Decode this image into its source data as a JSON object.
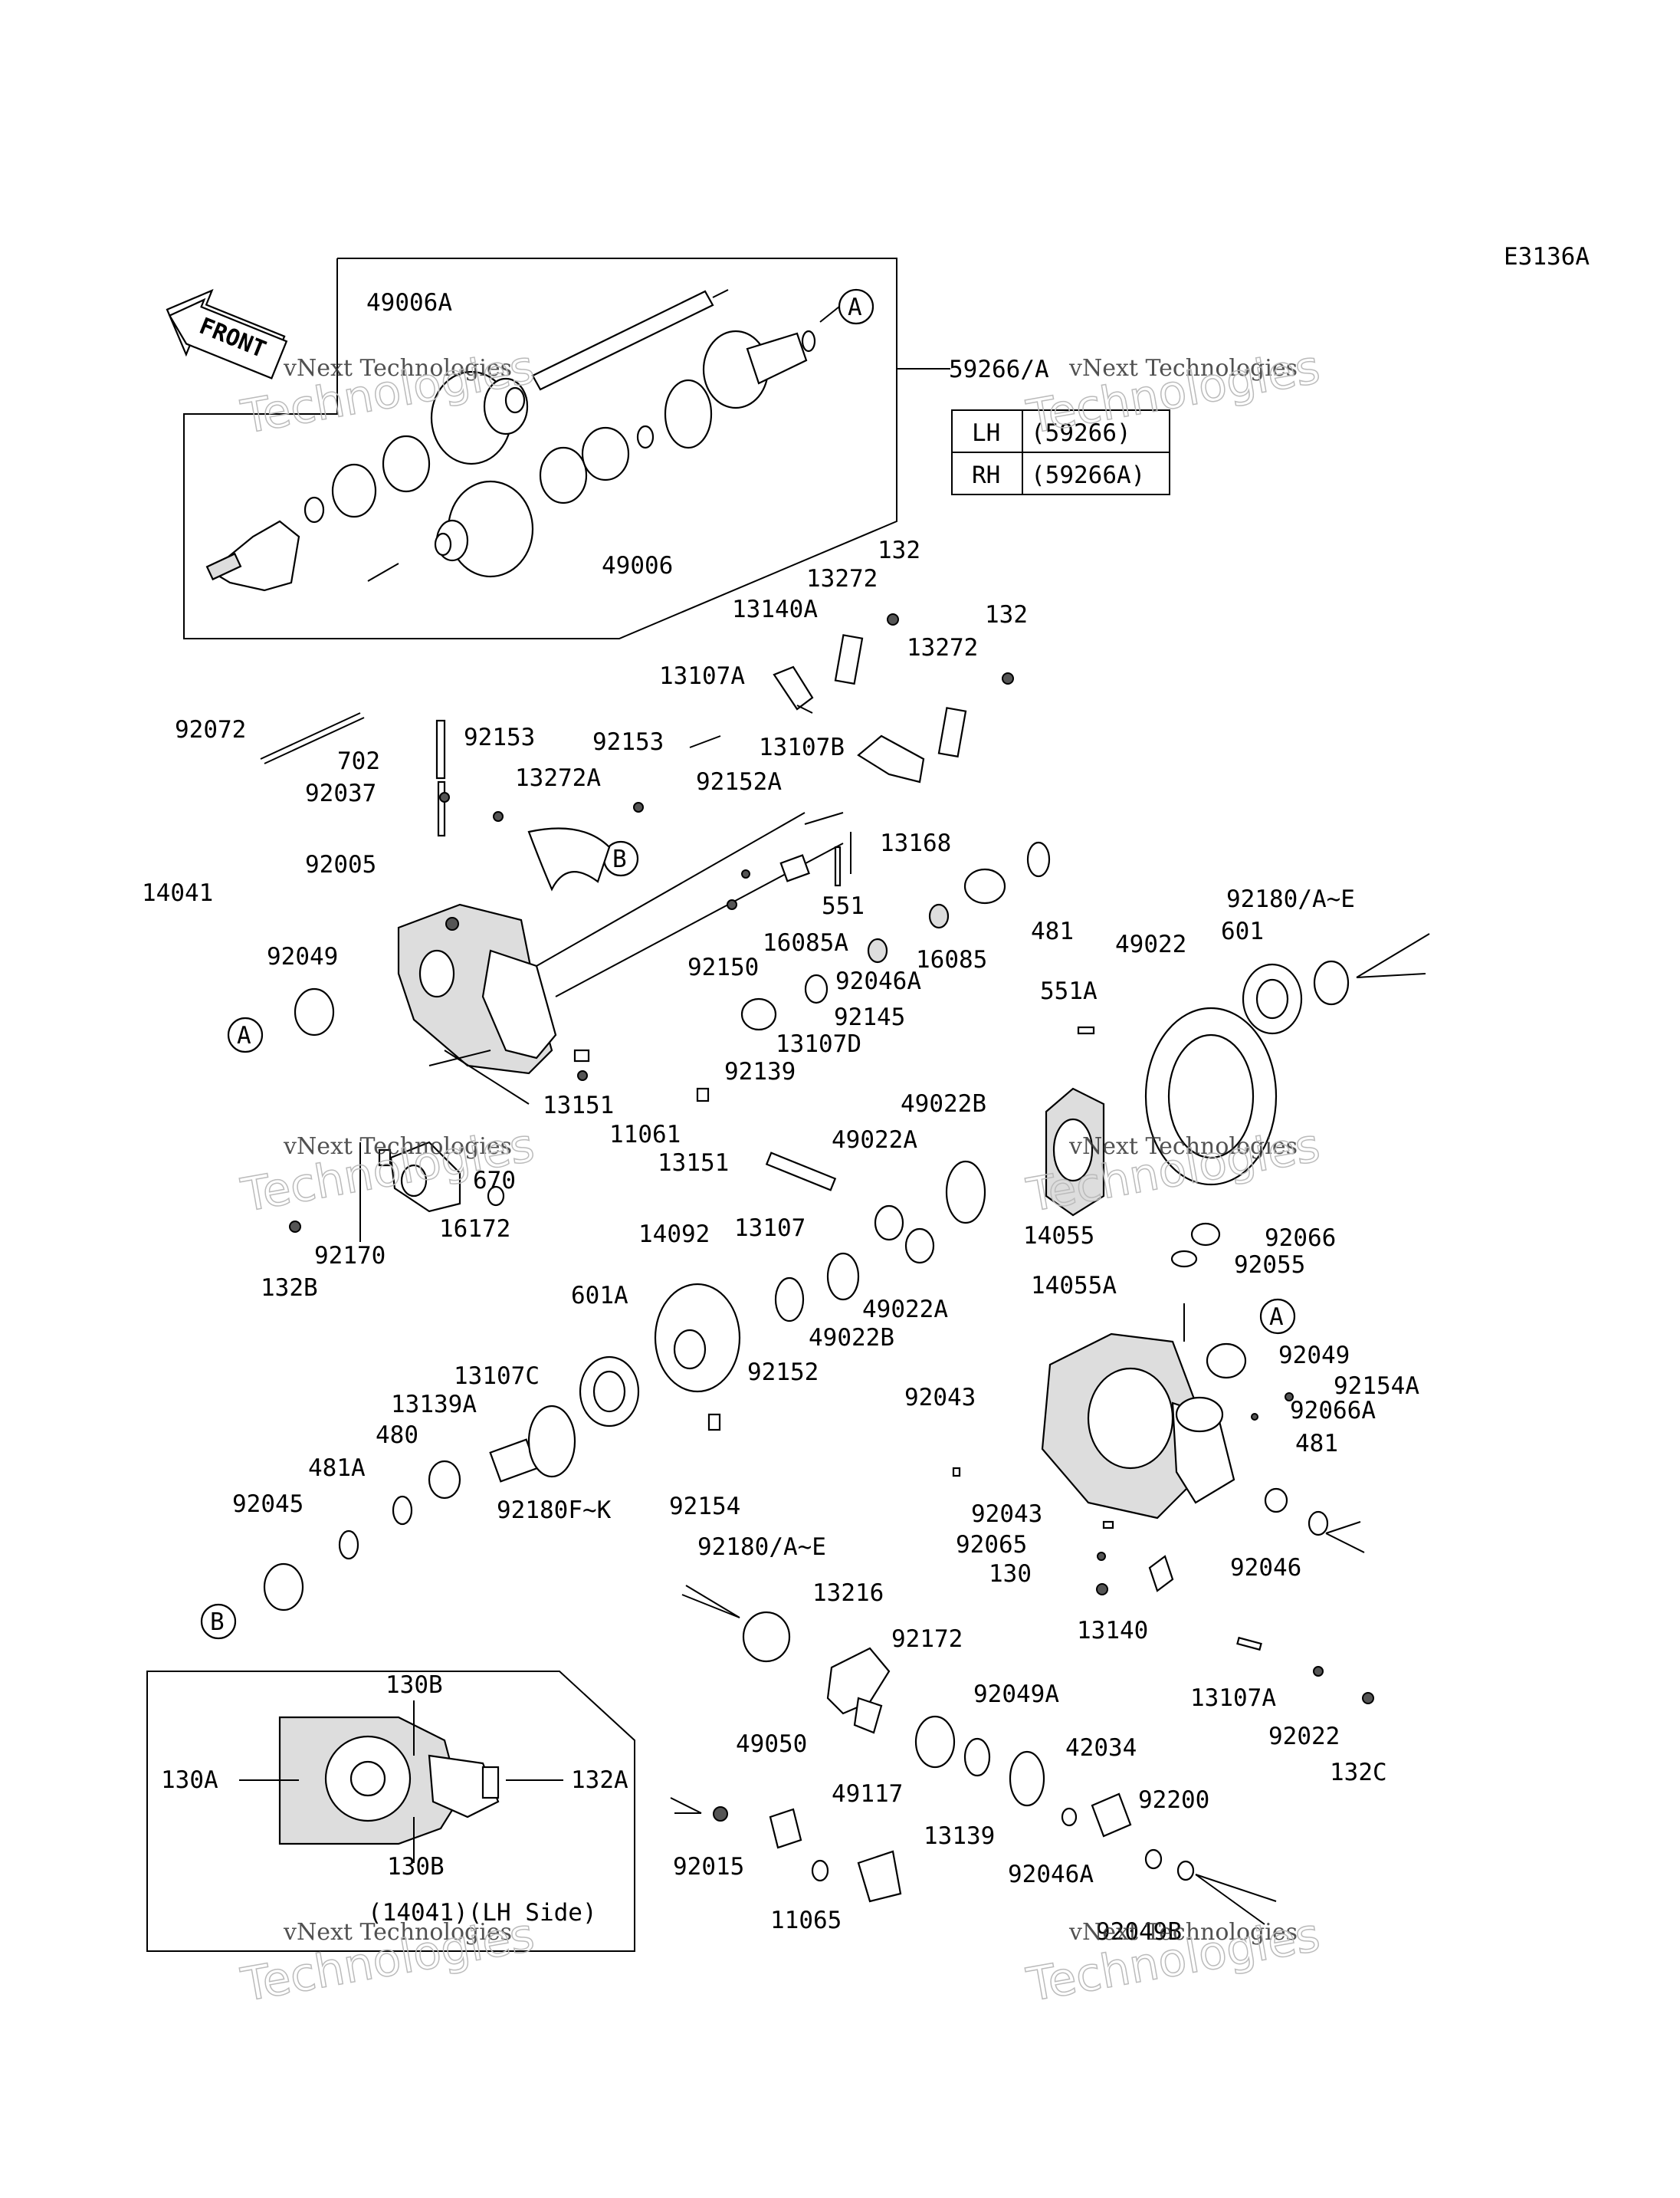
{
  "diagram_code": "E3136A",
  "front_arrow": "FRONT",
  "variant_table": {
    "rows": [
      {
        "side": "LH",
        "part": "(59266)"
      },
      {
        "side": "RH",
        "part": "(59266A)"
      }
    ]
  },
  "inset_caption": "(14041)(LH Side)",
  "watermark": {
    "line1": "vNext Technologies",
    "line2": "Technologies"
  },
  "markers": {
    "a": "A",
    "b": "B"
  },
  "labels": [
    {
      "id": "lbl-49006A",
      "text": "49006A"
    },
    {
      "id": "lbl-59266A",
      "text": "59266/A"
    },
    {
      "id": "lbl-49006",
      "text": "49006"
    },
    {
      "id": "lbl-132-top",
      "text": "132"
    },
    {
      "id": "lbl-13272-top",
      "text": "13272"
    },
    {
      "id": "lbl-13140A",
      "text": "13140A"
    },
    {
      "id": "lbl-132-mid",
      "text": "132"
    },
    {
      "id": "lbl-13272-mid",
      "text": "13272"
    },
    {
      "id": "lbl-13107A-top",
      "text": "13107A"
    },
    {
      "id": "lbl-92072",
      "text": "92072"
    },
    {
      "id": "lbl-92153-a",
      "text": "92153"
    },
    {
      "id": "lbl-92153-b",
      "text": "92153"
    },
    {
      "id": "lbl-13107B",
      "text": "13107B"
    },
    {
      "id": "lbl-702",
      "text": "702"
    },
    {
      "id": "lbl-13272A",
      "text": "13272A"
    },
    {
      "id": "lbl-92037",
      "text": "92037"
    },
    {
      "id": "lbl-92152A",
      "text": "92152A"
    },
    {
      "id": "lbl-13168",
      "text": "13168"
    },
    {
      "id": "lbl-92005",
      "text": "92005"
    },
    {
      "id": "lbl-14041",
      "text": "14041"
    },
    {
      "id": "lbl-551",
      "text": "551"
    },
    {
      "id": "lbl-92180AE-top",
      "text": "92180/A~E"
    },
    {
      "id": "lbl-16085A",
      "text": "16085A"
    },
    {
      "id": "lbl-481-top",
      "text": "481"
    },
    {
      "id": "lbl-601",
      "text": "601"
    },
    {
      "id": "lbl-92049-top",
      "text": "92049"
    },
    {
      "id": "lbl-49022",
      "text": "49022"
    },
    {
      "id": "lbl-92150",
      "text": "92150"
    },
    {
      "id": "lbl-16085",
      "text": "16085"
    },
    {
      "id": "lbl-92046A-top",
      "text": "92046A"
    },
    {
      "id": "lbl-551A",
      "text": "551A"
    },
    {
      "id": "lbl-92145",
      "text": "92145"
    },
    {
      "id": "lbl-13107D",
      "text": "13107D"
    },
    {
      "id": "lbl-92139",
      "text": "92139"
    },
    {
      "id": "lbl-13151-a",
      "text": "13151"
    },
    {
      "id": "lbl-49022B-top",
      "text": "49022B"
    },
    {
      "id": "lbl-11061",
      "text": "11061"
    },
    {
      "id": "lbl-49022A-top",
      "text": "49022A"
    },
    {
      "id": "lbl-13151-b",
      "text": "13151"
    },
    {
      "id": "lbl-670",
      "text": "670"
    },
    {
      "id": "lbl-16172",
      "text": "16172"
    },
    {
      "id": "lbl-13107",
      "text": "13107"
    },
    {
      "id": "lbl-14055",
      "text": "14055"
    },
    {
      "id": "lbl-92066",
      "text": "92066"
    },
    {
      "id": "lbl-14092",
      "text": "14092"
    },
    {
      "id": "lbl-92170",
      "text": "92170"
    },
    {
      "id": "lbl-92055",
      "text": "92055"
    },
    {
      "id": "lbl-132B",
      "text": "132B"
    },
    {
      "id": "lbl-14055A",
      "text": "14055A"
    },
    {
      "id": "lbl-601A",
      "text": "601A"
    },
    {
      "id": "lbl-49022A-mid",
      "text": "49022A"
    },
    {
      "id": "lbl-49022B-mid",
      "text": "49022B"
    },
    {
      "id": "lbl-92049-mid",
      "text": "92049"
    },
    {
      "id": "lbl-13107C",
      "text": "13107C"
    },
    {
      "id": "lbl-92152",
      "text": "92152"
    },
    {
      "id": "lbl-92154A",
      "text": "92154A"
    },
    {
      "id": "lbl-13139A",
      "text": "13139A"
    },
    {
      "id": "lbl-92043-a",
      "text": "92043"
    },
    {
      "id": "lbl-92066A",
      "text": "92066A"
    },
    {
      "id": "lbl-480",
      "text": "480"
    },
    {
      "id": "lbl-481-mid",
      "text": "481"
    },
    {
      "id": "lbl-481A",
      "text": "481A"
    },
    {
      "id": "lbl-92154",
      "text": "92154"
    },
    {
      "id": "lbl-92180FK",
      "text": "92180F~K"
    },
    {
      "id": "lbl-92045",
      "text": "92045"
    },
    {
      "id": "lbl-92043-b",
      "text": "92043"
    },
    {
      "id": "lbl-92065",
      "text": "92065"
    },
    {
      "id": "lbl-92180AE-mid",
      "text": "92180/A~E"
    },
    {
      "id": "lbl-92046",
      "text": "92046"
    },
    {
      "id": "lbl-130",
      "text": "130"
    },
    {
      "id": "lbl-13216",
      "text": "13216"
    },
    {
      "id": "lbl-13140",
      "text": "13140"
    },
    {
      "id": "lbl-92172",
      "text": "92172"
    },
    {
      "id": "lbl-130B-top",
      "text": "130B"
    },
    {
      "id": "lbl-13107A-bot",
      "text": "13107A"
    },
    {
      "id": "lbl-92049A",
      "text": "92049A"
    },
    {
      "id": "lbl-92022",
      "text": "92022"
    },
    {
      "id": "lbl-42034",
      "text": "42034"
    },
    {
      "id": "lbl-132C",
      "text": "132C"
    },
    {
      "id": "lbl-49050",
      "text": "49050"
    },
    {
      "id": "lbl-130A",
      "text": "130A"
    },
    {
      "id": "lbl-132A",
      "text": "132A"
    },
    {
      "id": "lbl-92200",
      "text": "92200"
    },
    {
      "id": "lbl-49117",
      "text": "49117"
    },
    {
      "id": "lbl-13139",
      "text": "13139"
    },
    {
      "id": "lbl-92015",
      "text": "92015"
    },
    {
      "id": "lbl-92046A-bot",
      "text": "92046A"
    },
    {
      "id": "lbl-130B-bot",
      "text": "130B"
    },
    {
      "id": "lbl-11065",
      "text": "11065"
    },
    {
      "id": "lbl-92049B",
      "text": "92049B"
    }
  ]
}
